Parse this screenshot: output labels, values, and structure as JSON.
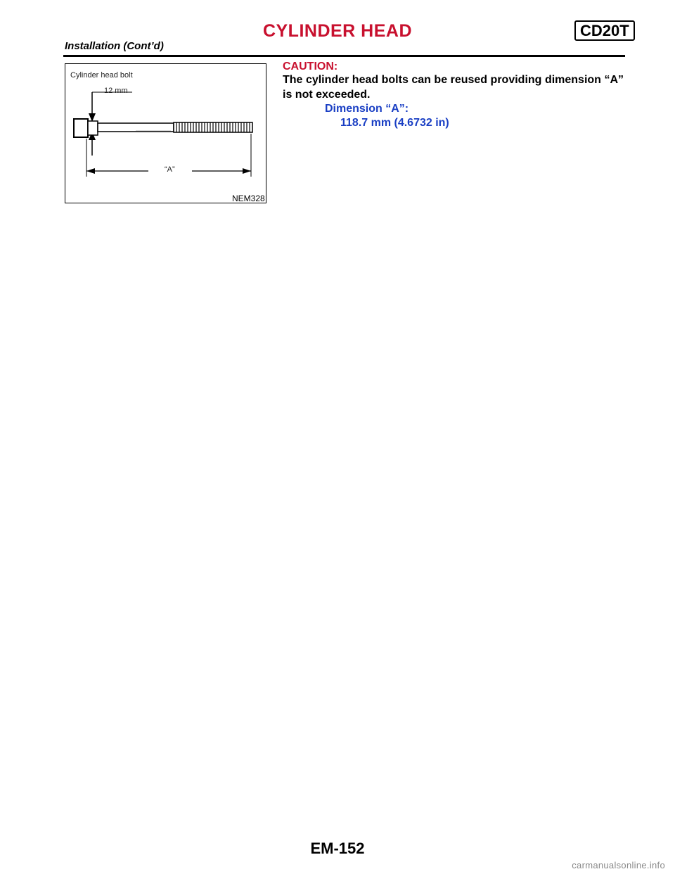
{
  "header": {
    "title": "CYLINDER HEAD",
    "model": "CD20T",
    "subtitle": "Installation (Cont’d)"
  },
  "figure": {
    "label_bolt": "Cylinder head bolt",
    "label_12mm": "12 mm",
    "label_a": "“A”",
    "code": "NEM328"
  },
  "caution": {
    "title": "CAUTION:",
    "text": "The cylinder head bolts can be reused providing dimension “A” is not exceeded.",
    "spec_label": "Dimension “A”:",
    "spec_value": "118.7 mm (4.6732 in)"
  },
  "footer": {
    "page": "EM-152",
    "watermark": "carmanualsonline.info"
  },
  "colors": {
    "title_red": "#c8102e",
    "spec_blue": "#1a3fc4"
  }
}
